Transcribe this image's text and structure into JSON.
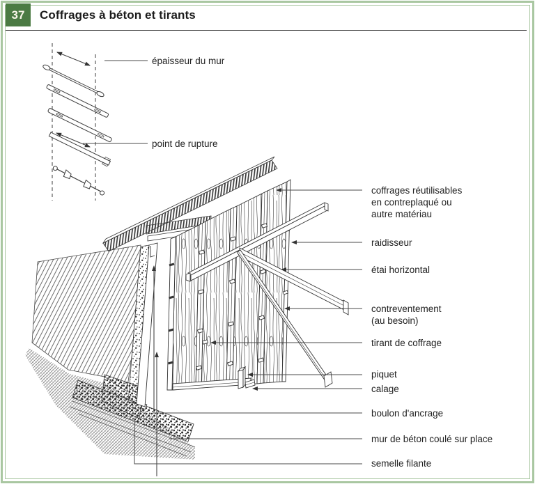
{
  "header": {
    "figure_number": "37",
    "title": "Coffrages à béton et tirants"
  },
  "colors": {
    "number_box_green": "#4b7a43",
    "frame_green": "#a9c7a1",
    "ink": "#2a2a2a"
  },
  "labels": {
    "wall_thickness": "épaisseur du mur",
    "break_point": "point de rupture",
    "reusable_forms_1": "coffrages réutilisables",
    "reusable_forms_2": "en contreplaqué ou",
    "reusable_forms_3": "autre matériau",
    "stiffener": "raidisseur",
    "horizontal_shore": "étai horizontal",
    "bracing_1": "contreventement",
    "bracing_2": "(au besoin)",
    "form_tie": "tirant de coffrage",
    "stake": "piquet",
    "blocking": "calage",
    "anchor_bolt": "boulon d'ancrage",
    "cast_wall": "mur de béton coulé sur place",
    "strip_footing": "semelle filante"
  }
}
